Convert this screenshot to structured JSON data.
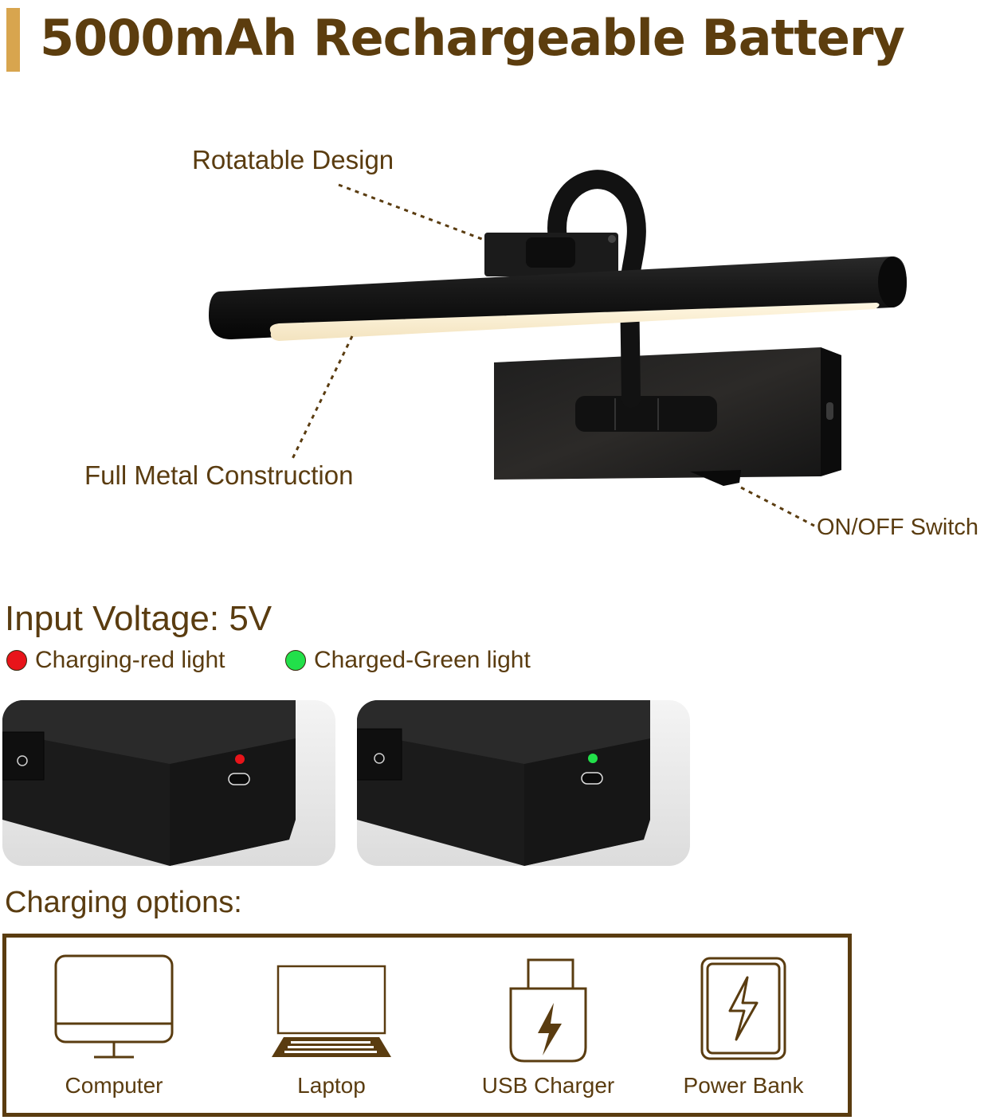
{
  "header": {
    "title": "5000mAh Rechargeable Battery",
    "accent_bar_color": "#d8a54e",
    "title_color": "#5c3d0e"
  },
  "product_callouts": {
    "rotatable": "Rotatable Design",
    "metal": "Full Metal Construction",
    "switch": "ON/OFF Switch"
  },
  "charging_info": {
    "voltage": "Input Voltage: 5V",
    "indicators": [
      {
        "label": "Charging-red light",
        "color": "#e8141a",
        "photo_led": "red"
      },
      {
        "label": "Charged-Green light",
        "color": "#22e04a",
        "photo_led": "green"
      }
    ]
  },
  "charging_options": {
    "title": "Charging options:",
    "items": [
      {
        "label": "Computer",
        "icon": "computer-icon"
      },
      {
        "label": "Laptop",
        "icon": "laptop-icon"
      },
      {
        "label": "USB Charger",
        "icon": "usb-charger-icon"
      },
      {
        "label": "Power Bank",
        "icon": "power-bank-icon"
      }
    ]
  }
}
